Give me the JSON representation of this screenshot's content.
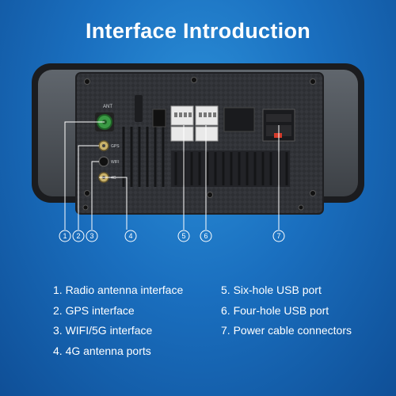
{
  "header": {
    "title": "Interface Introduction"
  },
  "device": {
    "port_labels": {
      "antenna": "ANT",
      "gps": "GPS",
      "wifi": "WIFI",
      "fourg": "4G"
    },
    "callouts": [
      "1",
      "2",
      "3",
      "4",
      "5",
      "6",
      "7"
    ]
  },
  "legend": {
    "left": [
      "1. Radio antenna interface",
      "2. GPS interface",
      "3. WIFI/5G interface",
      "4. 4G antenna ports"
    ],
    "right": [
      "5. Six-hole USB port",
      "6. Four-hole USB port",
      "7. Power cable connectors"
    ]
  },
  "colors": {
    "background": "#1a6fbf",
    "title_text": "#ffffff",
    "housing": "#2a2c31",
    "antenna_connector": "#3a9a44",
    "connector_label": "#ffffff"
  }
}
